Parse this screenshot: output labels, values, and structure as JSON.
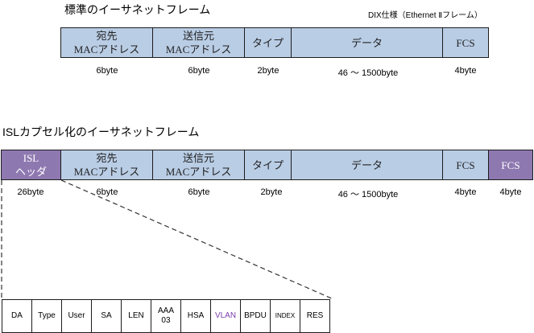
{
  "top_frame": {
    "title": "標準のイーサネットフレーム",
    "note": "DIX仕様（Ethernet Ⅱフレーム）",
    "fields": [
      {
        "line1": "宛先",
        "line2": "MACアドレス",
        "size": "6byte"
      },
      {
        "line1": "送信元",
        "line2": "MACアドレス",
        "size": "6byte"
      },
      {
        "line1": "タイプ",
        "line2": "",
        "size": "2byte"
      },
      {
        "line1": "データ",
        "line2": "",
        "size": "46 ～ 1500byte"
      },
      {
        "line1": "FCS",
        "line2": "",
        "size": "4byte"
      }
    ]
  },
  "isl_frame": {
    "title": "ISLカプセル化のイーサネットフレーム",
    "fields": [
      {
        "line1": "ISL",
        "line2": "ヘッダ",
        "size": "26byte",
        "color": "#8e78b0"
      },
      {
        "line1": "宛先",
        "line2": "MACアドレス",
        "size": "6byte"
      },
      {
        "line1": "送信元",
        "line2": "MACアドレス",
        "size": "6byte"
      },
      {
        "line1": "タイプ",
        "line2": "",
        "size": "2byte"
      },
      {
        "line1": "データ",
        "line2": "",
        "size": "46 ～ 1500byte"
      },
      {
        "line1": "FCS",
        "line2": "",
        "size": "4byte"
      },
      {
        "line1": "FCS",
        "line2": "",
        "size": "4byte",
        "color": "#8e78b0"
      }
    ]
  },
  "isl_header_fields": [
    "DA",
    "Type",
    "User",
    "SA",
    "LEN",
    "AAA\n03",
    "HSA",
    "VLAN",
    "BPDU",
    "INDEX",
    "RES"
  ],
  "highlight_field": "VLAN",
  "colors": {
    "field_fill": "#b9cde5",
    "isl_fill": "#8e78b0",
    "vlan_text": "#7a3fb0"
  }
}
